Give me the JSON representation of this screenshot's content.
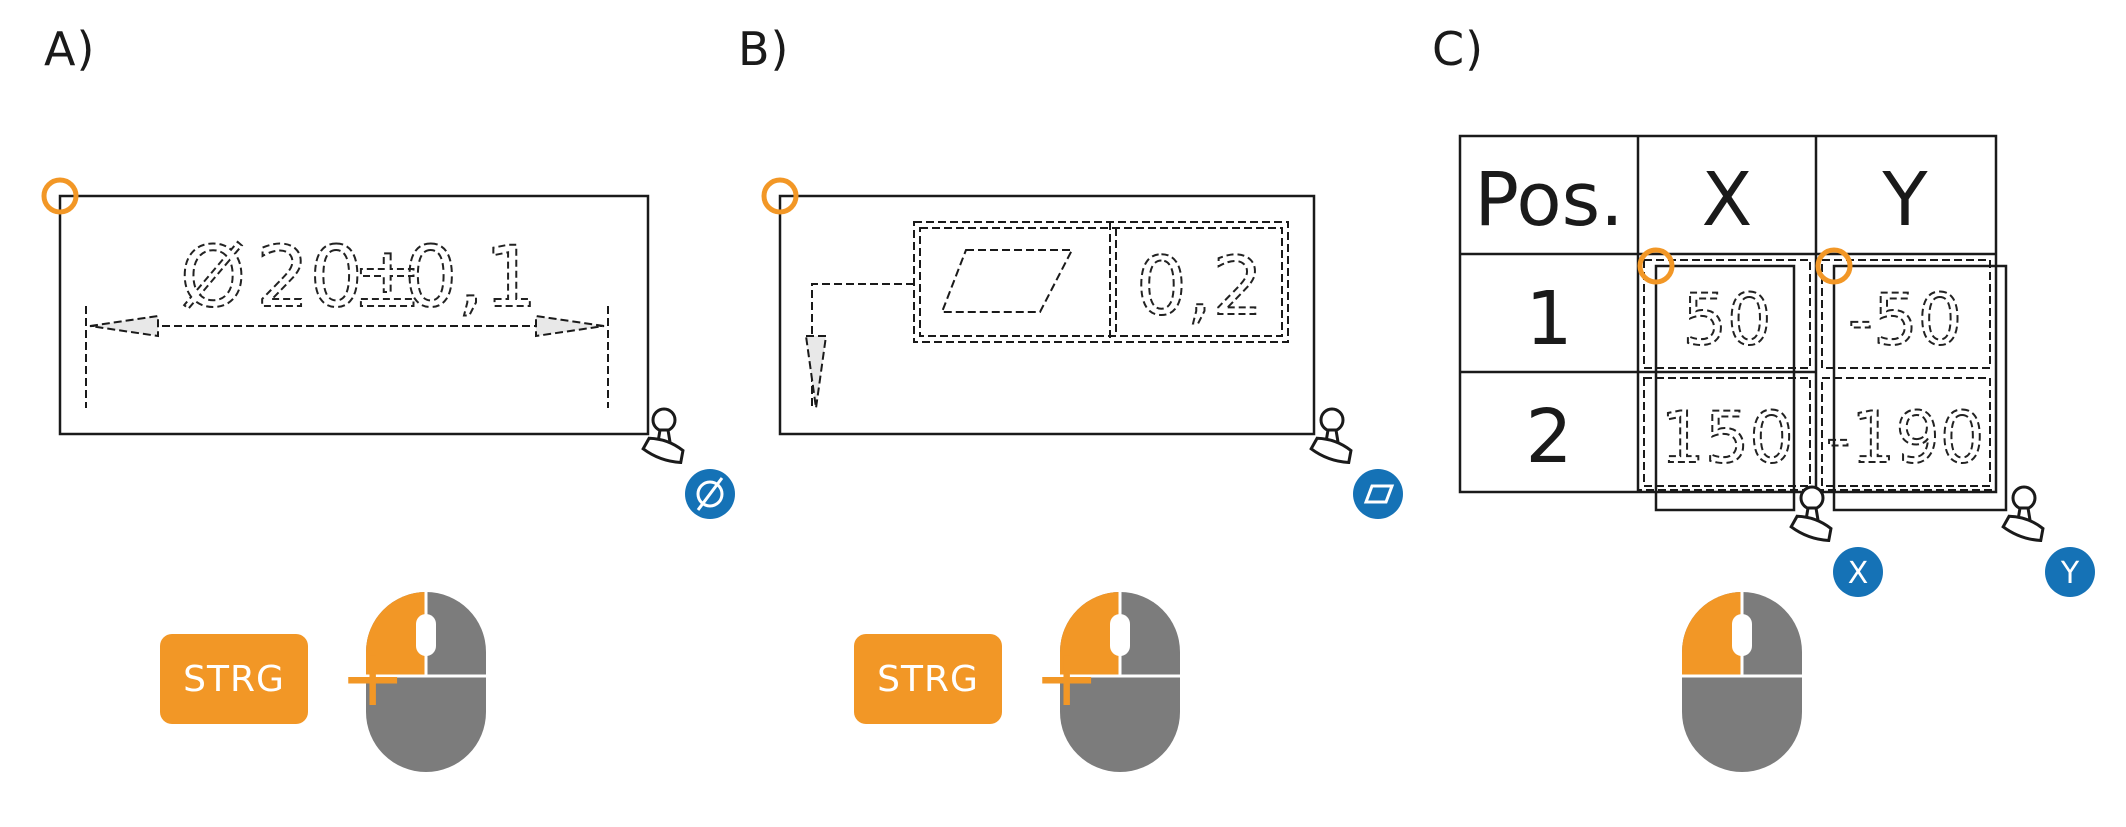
{
  "colors": {
    "accent": "#f29726",
    "badge": "#1572b6",
    "mouse_gray": "#7c7c7c",
    "line": "#1a1a1a"
  },
  "panels": {
    "a": {
      "label": "A)",
      "dimension_symbol": "Ø",
      "dimension_value": "20",
      "tolerance_sign": "±",
      "tolerance_value": "0,1",
      "badge_icon": "diameter-icon",
      "badge_text": "Ø",
      "key_label": "STRG",
      "plus": "+"
    },
    "b": {
      "label": "B)",
      "tolerance_value": "0,2",
      "badge_icon": "flatness-icon",
      "key_label": "STRG",
      "plus": "+"
    },
    "c": {
      "label": "C)",
      "table": {
        "headers": [
          "Pos.",
          "X",
          "Y"
        ],
        "rows": [
          [
            "1",
            "50",
            "-50"
          ],
          [
            "2",
            "150",
            "-190"
          ]
        ]
      },
      "badge_x": "X",
      "badge_y": "Y"
    }
  },
  "icons": [
    "stamp-icon",
    "mouse-icon",
    "start-marker-icon"
  ]
}
